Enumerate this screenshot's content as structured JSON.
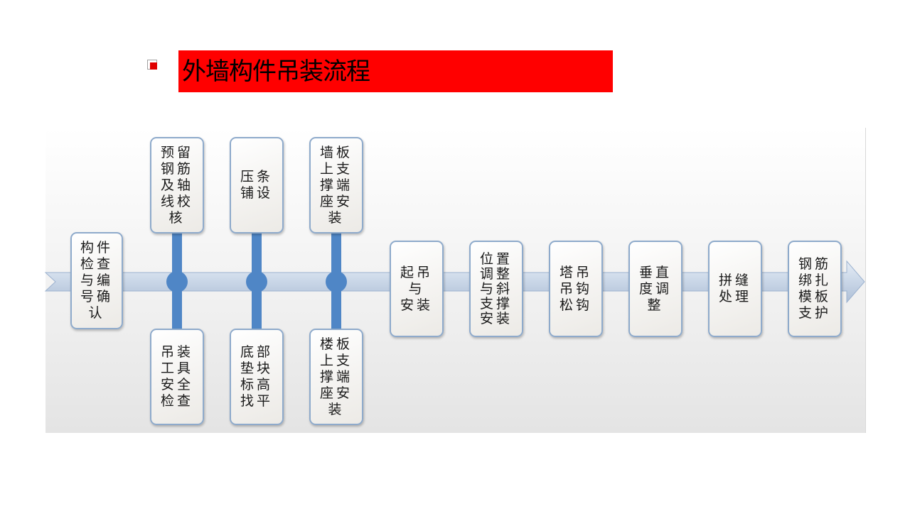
{
  "title": "外墙构件吊装流程",
  "colors": {
    "title_bar": "#ff0000",
    "bullet": "#e00000",
    "connector": "#4f86c6",
    "arrow_fill": "#cdd9e8",
    "box_border": "#8eaacb"
  },
  "steps": {
    "s1": "构件\n检查\n与编\n号确\n认",
    "s2_top": "预留\n钢筋\n及轴\n线校\n核",
    "s2_bottom": "吊装\n工具\n安全\n检查",
    "s3_top": "压条\n铺设",
    "s3_bottom": "底部\n垫块\n标高\n找平",
    "s4_top": "墙板\n上支\n撑端\n座安\n装",
    "s4_bottom": "楼板\n上支\n撑端\n座安\n装",
    "s5": "起吊\n与\n安装",
    "s6": "位置\n调整\n与斜\n支撑\n安装",
    "s7": "塔吊\n吊钩\n松钩",
    "s8": "垂直\n度调\n整",
    "s9": "拼缝\n处理",
    "s10": "钢筋\n绑扎\n模板\n支护"
  }
}
